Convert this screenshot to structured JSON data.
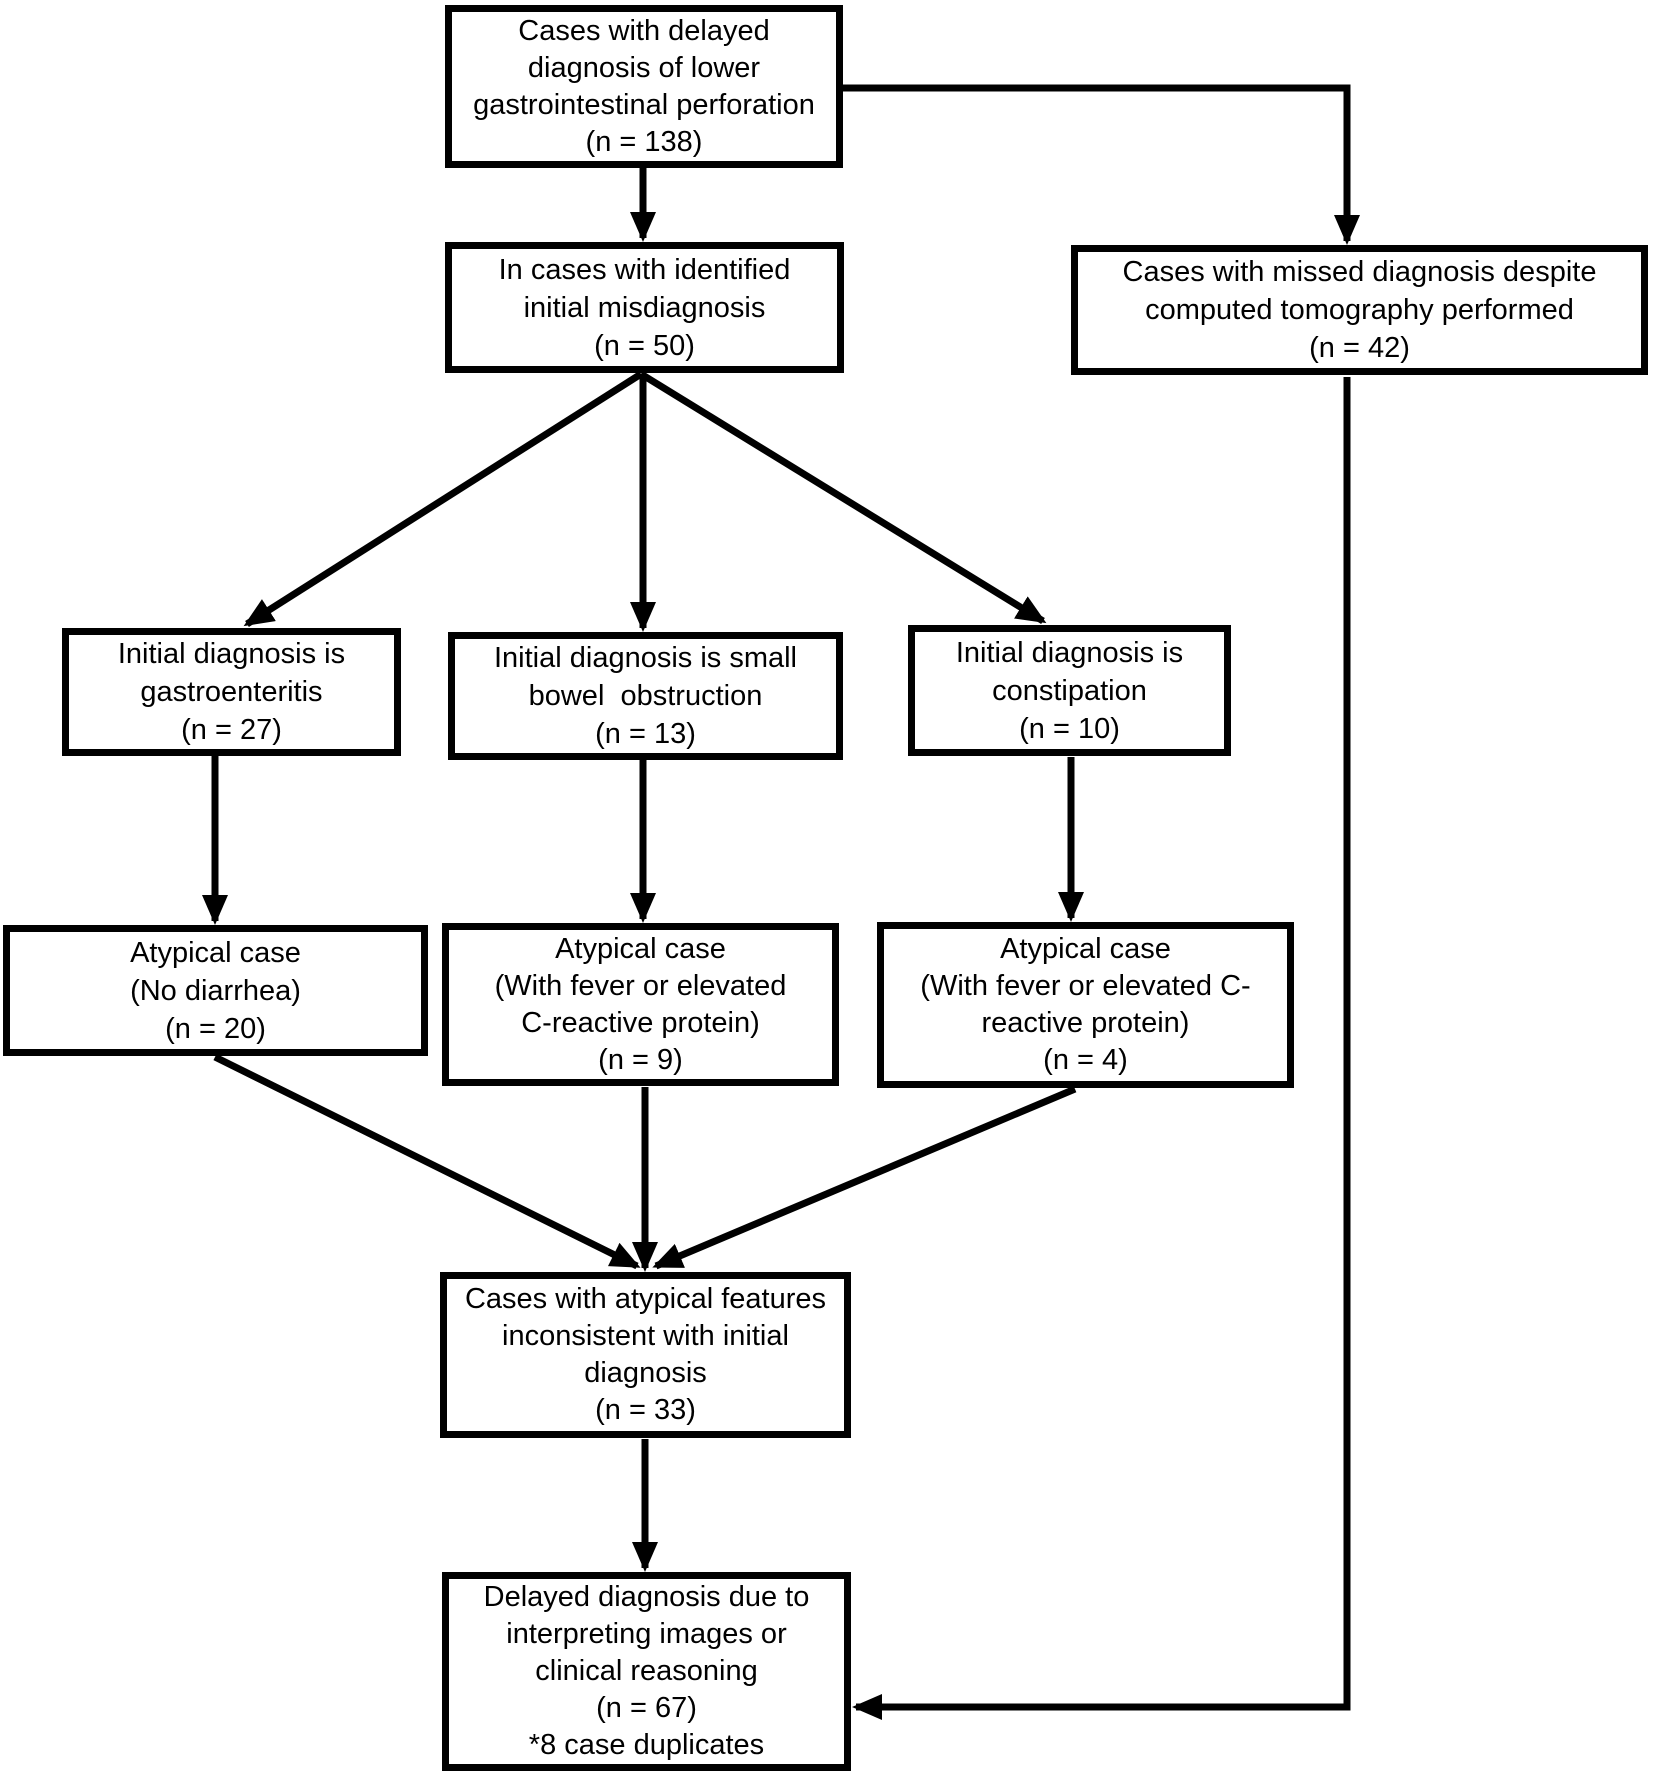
{
  "diagram": {
    "type": "flowchart",
    "topic": "Flow of cases with delayed diagnosis of lower gastrointestinal perforation",
    "nodes": {
      "delayed_total": {
        "label": "Cases with delayed\ndiagnosis of lower\ngastrointestinal perforation\n(n = 138)",
        "n": 138
      },
      "initial_misdiagnosis": {
        "label": "In cases with identified\ninitial misdiagnosis\n(n = 50)",
        "n": 50
      },
      "missed_despite_ct": {
        "label": "Cases with missed diagnosis despite\ncomputed tomography performed\n(n = 42)",
        "n": 42
      },
      "dx_gastroenteritis": {
        "label": "Initial diagnosis is\ngastroenteritis\n(n = 27)",
        "n": 27
      },
      "dx_small_bowel_obstruction": {
        "label": "Initial diagnosis is small\nbowel  obstruction\n(n = 13)",
        "n": 13
      },
      "dx_constipation": {
        "label": "Initial diagnosis is\nconstipation\n(n = 10)",
        "n": 10
      },
      "atypical_no_diarrhea": {
        "label": "Atypical case\n(No diarrhea)\n(n = 20)",
        "n": 20
      },
      "atypical_fever_crp_9": {
        "label": "Atypical case\n(With fever or elevated\nC-reactive protein)\n(n = 9)",
        "n": 9
      },
      "atypical_fever_crp_4": {
        "label": "Atypical case\n(With fever or elevated C-\nreactive protein)\n(n = 4)",
        "n": 4
      },
      "atypical_features": {
        "label": "Cases with atypical features\ninconsistent with initial\ndiagnosis\n(n = 33)",
        "n": 33
      },
      "final_delayed": {
        "label": "Delayed diagnosis due to\ninterpreting images or\nclinical reasoning\n(n = 67)\n*8 case duplicates",
        "n": 67,
        "footnote": "*8 case duplicates"
      }
    },
    "edges": [
      {
        "from": "delayed_total",
        "to": "initial_misdiagnosis"
      },
      {
        "from": "delayed_total",
        "to": "missed_despite_ct"
      },
      {
        "from": "initial_misdiagnosis",
        "to": "dx_gastroenteritis"
      },
      {
        "from": "initial_misdiagnosis",
        "to": "dx_small_bowel_obstruction"
      },
      {
        "from": "initial_misdiagnosis",
        "to": "dx_constipation"
      },
      {
        "from": "dx_gastroenteritis",
        "to": "atypical_no_diarrhea"
      },
      {
        "from": "dx_small_bowel_obstruction",
        "to": "atypical_fever_crp_9"
      },
      {
        "from": "dx_constipation",
        "to": "atypical_fever_crp_4"
      },
      {
        "from": "atypical_no_diarrhea",
        "to": "atypical_features"
      },
      {
        "from": "atypical_fever_crp_9",
        "to": "atypical_features"
      },
      {
        "from": "atypical_fever_crp_4",
        "to": "atypical_features"
      },
      {
        "from": "atypical_features",
        "to": "final_delayed"
      },
      {
        "from": "missed_despite_ct",
        "to": "final_delayed"
      }
    ],
    "colors": {
      "line": "#000000",
      "background": "#ffffff",
      "text": "#000000"
    }
  }
}
